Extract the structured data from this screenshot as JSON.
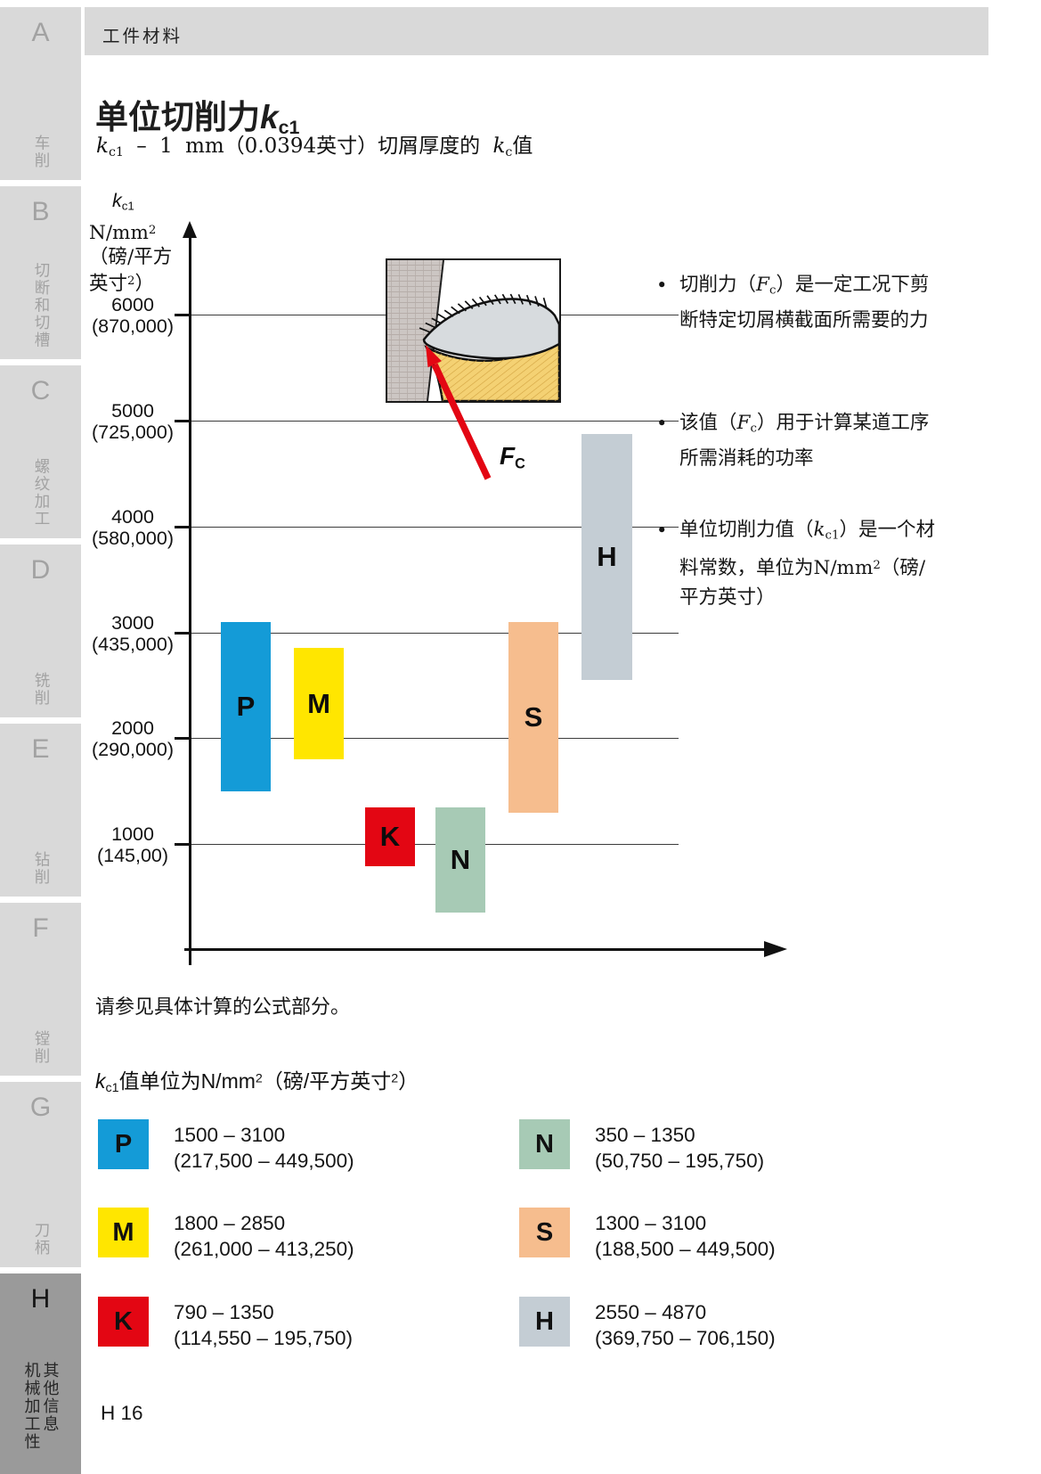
{
  "header": {
    "title": "工件材料"
  },
  "page_number": "H 16",
  "note": "请参见具体计算的公式部分。",
  "sidebar": {
    "items": [
      {
        "letter": "A",
        "label_lines": [
          "车削"
        ],
        "active": false
      },
      {
        "letter": "B",
        "label_lines": [
          "切断和切槽"
        ],
        "active": false
      },
      {
        "letter": "C",
        "label_lines": [
          "螺纹加工"
        ],
        "active": false
      },
      {
        "letter": "D",
        "label_lines": [
          "铣削"
        ],
        "active": false
      },
      {
        "letter": "E",
        "label_lines": [
          "钻削"
        ],
        "active": false
      },
      {
        "letter": "F",
        "label_lines": [
          "镗削"
        ],
        "active": false
      },
      {
        "letter": "G",
        "label_lines": [
          "刀柄"
        ],
        "active": false
      },
      {
        "letter": "H",
        "label_lines": [
          "机械加工性",
          "其他信息"
        ],
        "active": true
      }
    ]
  },
  "colors": {
    "P": "#149bd7",
    "M": "#ffe600",
    "K": "#e30613",
    "N": "#a7cab5",
    "S": "#f6bd8e",
    "H": "#c4cdd4"
  },
  "chart_data": {
    "type": "bar",
    "title": "单位切削力*k*_{c1}",
    "subtitle": "*k*_{c1} – 1 mm（0.0394英寸）切屑厚度的 *k*_{c}值",
    "ylabel_lines": [
      "*k*_{c1}",
      "N/mm^{2}",
      "（磅/平方",
      "英寸^{2}）"
    ],
    "ylim": [
      0,
      6600
    ],
    "grid": true,
    "y_ticks": [
      {
        "v": 6000,
        "label": "6000",
        "alt": "(870,000)"
      },
      {
        "v": 5000,
        "label": "5000",
        "alt": "(725,000)"
      },
      {
        "v": 4000,
        "label": "4000",
        "alt": "(580,000)"
      },
      {
        "v": 3000,
        "label": "3000",
        "alt": "(435,000)"
      },
      {
        "v": 2000,
        "label": "2000",
        "alt": "(290,000)"
      },
      {
        "v": 1000,
        "label": "1000",
        "alt": "(145,00)"
      }
    ],
    "series": [
      {
        "group": "P",
        "min": 1500,
        "max": 3100
      },
      {
        "group": "M",
        "min": 1800,
        "max": 2850
      },
      {
        "group": "K",
        "min": 790,
        "max": 1350
      },
      {
        "group": "N",
        "min": 350,
        "max": 1350
      },
      {
        "group": "S",
        "min": 1300,
        "max": 3100
      },
      {
        "group": "H",
        "min": 2550,
        "max": 4870
      }
    ],
    "annotation_label": "*F*_{C}"
  },
  "bullets": [
    "切削力（*F*_{c}）是一定工况下剪断特定切屑横截面所需要的力",
    "该值（*F*_{c}）用于计算某道工序所需消耗的功率",
    "单位切削力值（*k*_{c1}）是一个材料常数，单位为N/mm^{2}（磅/平方英寸）"
  ],
  "legend": {
    "title": "*k*_{c1}值单位为N/mm^{2}（磅/平方英寸^{2}）",
    "columns": [
      [
        {
          "group": "P",
          "range": "1500 – 3100",
          "alt": "(217,500 – 449,500)"
        },
        {
          "group": "M",
          "range": "1800 – 2850",
          "alt": "(261,000 – 413,250)"
        },
        {
          "group": "K",
          "range": "790 – 1350",
          "alt": "(114,550 – 195,750)"
        }
      ],
      [
        {
          "group": "N",
          "range": "350 – 1350",
          "alt": "(50,750 – 195,750)"
        },
        {
          "group": "S",
          "range": "1300 – 3100",
          "alt": "(188,500 – 449,500)"
        },
        {
          "group": "H",
          "range": "2550 – 4870",
          "alt": "(369,750 – 706,150)"
        }
      ]
    ]
  }
}
